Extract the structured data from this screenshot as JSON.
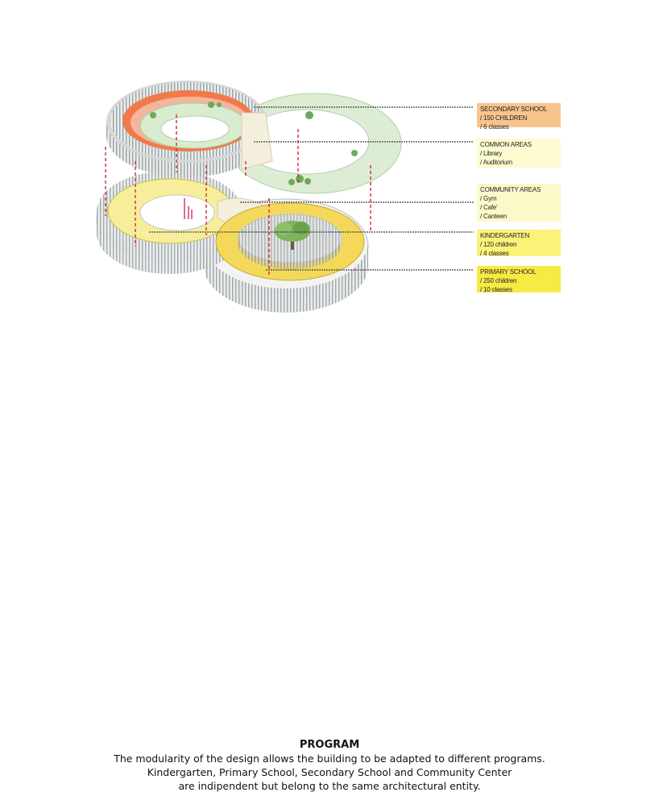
{
  "diagram": {
    "type": "exploded axonometric building program diagram",
    "levels": [
      {
        "name": "upper ring",
        "color": "#f26b3a",
        "program": "Secondary School"
      },
      {
        "name": "green roof ring",
        "color": "#cfe8c4",
        "program": "Common Areas"
      },
      {
        "name": "ground level rings",
        "color": "#f5e35a",
        "program": "Kindergarten / Primary School"
      }
    ]
  },
  "labels": [
    {
      "lines": [
        "SECONDARY SCHOOL",
        "/ 150 CHILDREN",
        "/ 6 classes"
      ],
      "color": "#f8c48e"
    },
    {
      "lines": [
        "COMMON AREAS",
        "/ Library",
        "/ Auditorium"
      ],
      "color": "#fdfbd0"
    },
    {
      "lines": [
        "COMMUNITY AREAS",
        "/ Gym",
        "/ Cafe'",
        "/ Canteen"
      ],
      "color": "#fcf9c9"
    },
    {
      "lines": [
        "KINDERGARTEN",
        "/ 120 children",
        "/ 4 classes"
      ],
      "color": "#fbf27a"
    },
    {
      "lines": [
        "PRIMARY SCHOOL",
        "/ 250 children",
        "/ 10 classes"
      ],
      "color": "#f8ea45"
    }
  ],
  "caption": {
    "title": "PROGRAM",
    "lines": [
      "The modularity of the design allows the building to be adapted to different programs.",
      "Kindergarten, Primary School, Secondary School and Community Center",
      "are indipendent but belong to the same architectural entity."
    ]
  }
}
